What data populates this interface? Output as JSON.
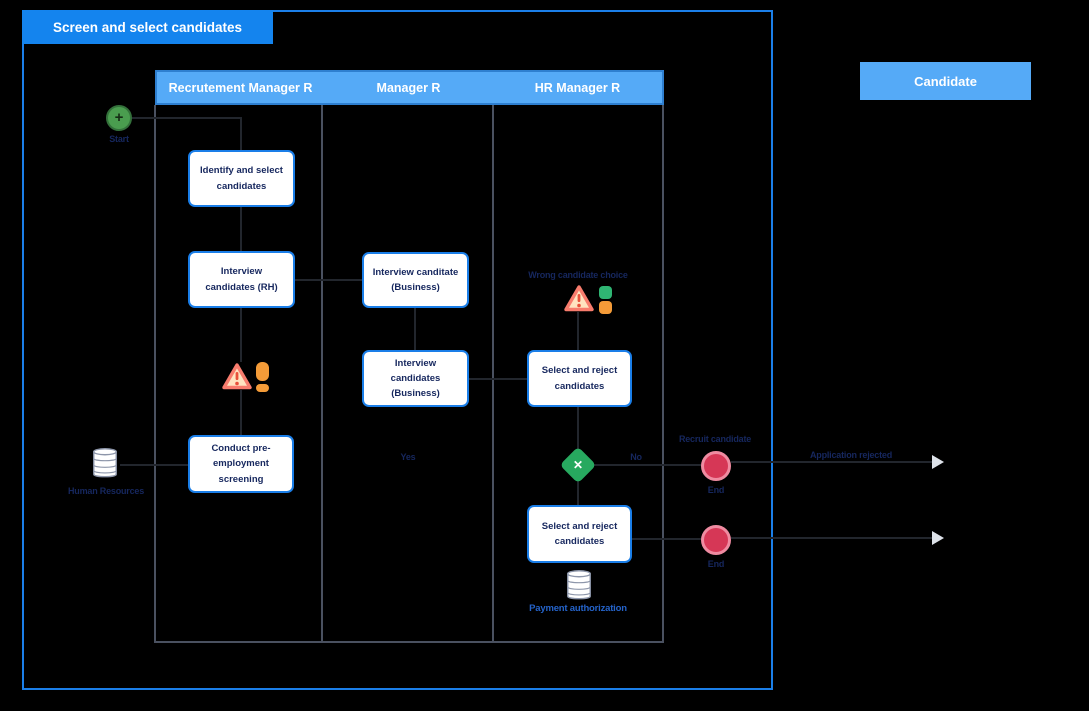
{
  "title": "Screen and select candidates",
  "lane_headers": [
    "Recrutement Manager R",
    "Manager R",
    "HR Manager R"
  ],
  "candidate_lane_header": "Candidate",
  "tasks": {
    "identify": "Identify and select candidates",
    "interview_rh": "Interview candidates (RH)",
    "conduct_screening": "Conduct pre-employment screening",
    "interview_business_1": "Interview canditate (Business)",
    "interview_business_2": "Interview candidates (Business)",
    "select_reject_1": "Select and reject candidates",
    "select_reject_2": "Select and reject candidates"
  },
  "events": {
    "start_label": "Start",
    "end_1_label": "End",
    "end_2_label": "End"
  },
  "gateway": {
    "yes_label": "Yes",
    "no_label": "No"
  },
  "annotations": {
    "wrong_choice": "Wrong candidate choice",
    "recruit_candidate": "Recruit candidate",
    "application_rejected": "Application rejected"
  },
  "datastores": {
    "human_resources": "Human Resources",
    "payment_authorization": "Payment authorization"
  },
  "glyphs": {
    "plus": "+",
    "cross": "✕"
  },
  "icons": [
    "start-plus-icon",
    "warning-triangle-icon",
    "alert-exclamation-icon",
    "status-squares-icon",
    "database-icon",
    "gateway-x-icon",
    "flow-arrow-icon"
  ],
  "colors": {
    "accent_blue": "#1484ee",
    "lane_header_blue": "#55aaf7",
    "task_border_blue": "#1a7ee8",
    "text_navy": "#16275e",
    "payment_label_blue": "#2563c9",
    "start_green": "#4a9d4f",
    "gateway_green": "#27a95f",
    "end_red": "#d63756",
    "end_ring_pink": "#ef8ba1",
    "warning_salmon": "#f87c6d",
    "warning_fill": "#ffe3c0",
    "alert_orange": "#f49b38",
    "alert_green": "#2fb573"
  }
}
